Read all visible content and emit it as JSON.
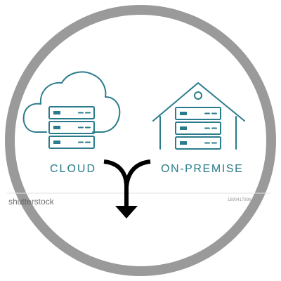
{
  "labels": {
    "cloud": "CLOUD",
    "on_premise": "ON-PREMISE"
  },
  "watermark": {
    "brand": "shutterstock",
    "image_id": "1890417886"
  },
  "icons": {
    "cloud": "cloud-server-icon",
    "house": "house-server-icon",
    "arrow": "merge-arrow-icon"
  },
  "colors": {
    "ring": "#9a9a9a",
    "accent": "#2a7c8c",
    "arrow": "#000000"
  }
}
